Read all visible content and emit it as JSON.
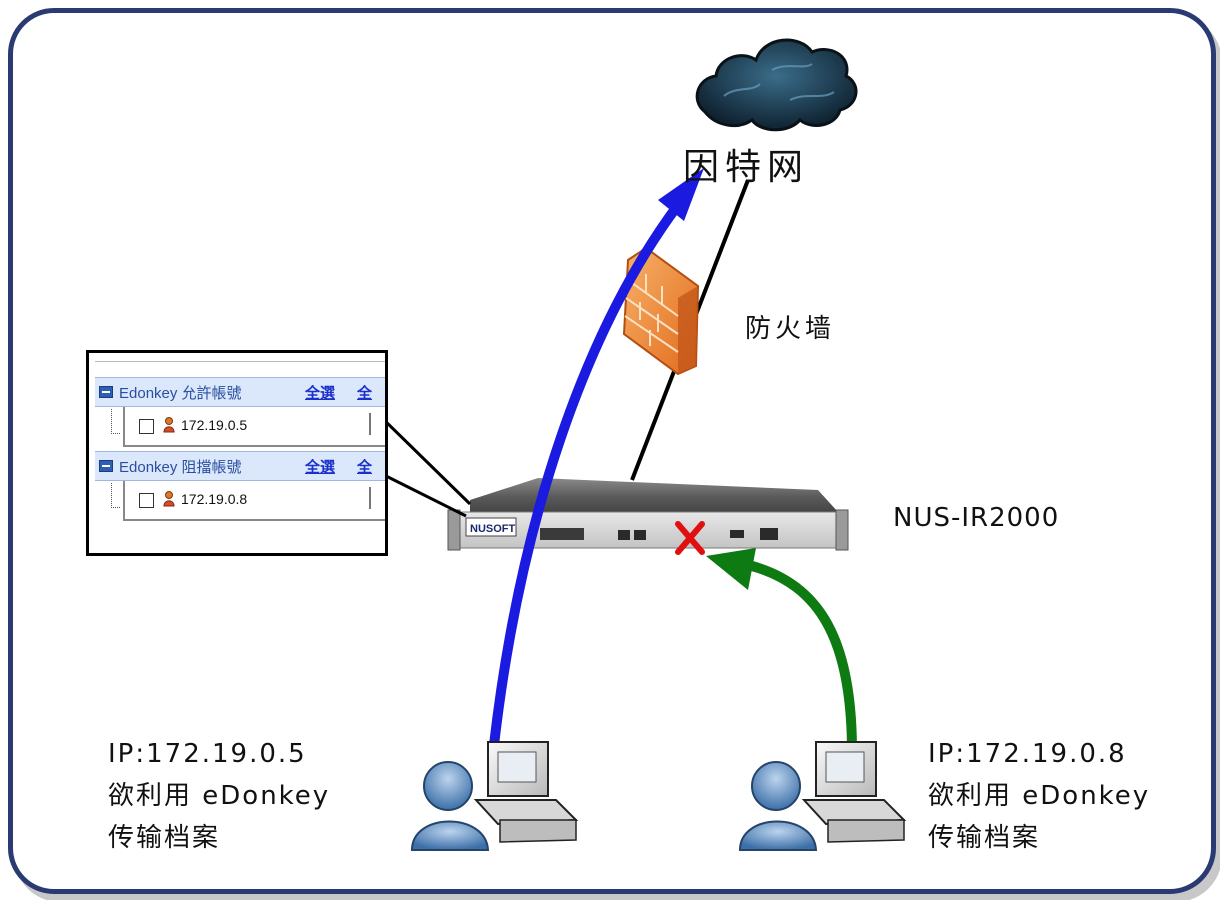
{
  "diagram": {
    "internet_label": "因特网",
    "firewall_label": "防火墙",
    "device_label": "NUS-IR2000",
    "device_brand": "NUSOFT",
    "user_left": {
      "ip": "IP:172.19.0.5",
      "line2": "欲利用 eDonkey",
      "line3": "传输档案"
    },
    "user_right": {
      "ip": "IP:172.19.0.8",
      "line2": "欲利用 eDonkey",
      "line3": "传输档案"
    },
    "panel": {
      "allow_group": "Edonkey 允許帳號",
      "block_group": "Edonkey 阻擋帳號",
      "select_all": "全選",
      "select_all_cut": "全",
      "allow_ip": "172.19.0.5",
      "block_ip": "172.19.0.8"
    },
    "colors": {
      "allowed_arrow": "#1a1ae0",
      "blocked_arrow": "#0e7a12",
      "block_mark": "#e01010",
      "frame": "#2a3a72"
    }
  }
}
